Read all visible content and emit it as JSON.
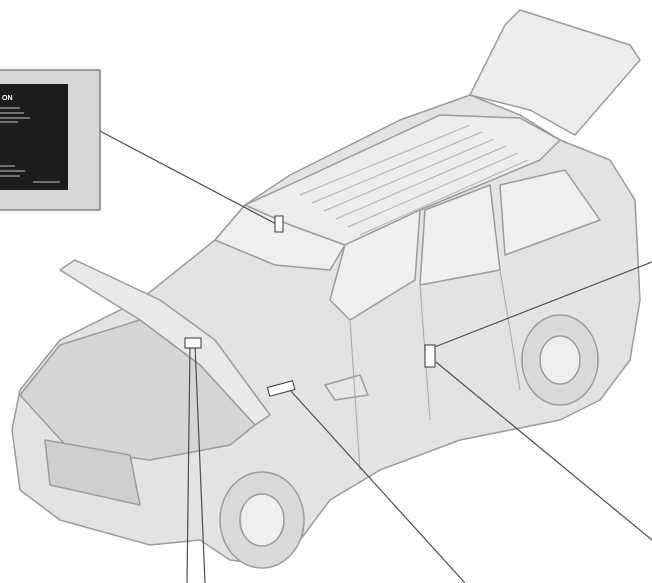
{
  "diagram": {
    "vehicle": "car-suv-outline",
    "colors": {
      "car_fill": "#e3e3e3",
      "car_stroke": "#9b9b9b",
      "callout_box": "#d7d7d7",
      "callout_line": "#4d4d4d",
      "label_plate": "#1c1c1c",
      "label_sticker": "#ffffff"
    },
    "inset_label": {
      "heading": "ON"
    },
    "callouts": [
      {
        "id": "windshield-label",
        "target": "windshield"
      },
      {
        "id": "b-pillar-label-upper",
        "target": "b-pillar"
      },
      {
        "id": "b-pillar-label-lower",
        "target": "b-pillar"
      },
      {
        "id": "hood-label",
        "target": "hood-underside"
      },
      {
        "id": "hood-label-2",
        "target": "hood-underside"
      },
      {
        "id": "fender-label",
        "target": "left-front-fender"
      }
    ]
  }
}
